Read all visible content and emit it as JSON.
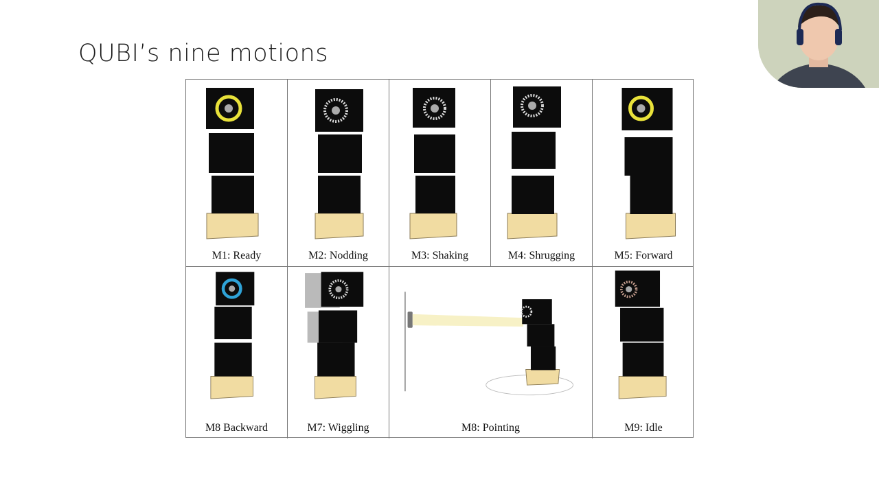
{
  "slide": {
    "title": "QUBI’s nine motions"
  },
  "motions": [
    {
      "label": "M1: Ready",
      "ring_color": "#e9e23a"
    },
    {
      "label": "M2: Nodding",
      "ring_color": "#dddddd"
    },
    {
      "label": "M3: Shaking",
      "ring_color": "#dddddd"
    },
    {
      "label": "M4: Shrugging",
      "ring_color": "#dddddd"
    },
    {
      "label": "M5: Forward",
      "ring_color": "#e9e23a"
    },
    {
      "label": "M8 Backward",
      "ring_color": "#2fa3d8"
    },
    {
      "label": "M7: Wiggling",
      "ring_color": "#dddddd"
    },
    {
      "label": "M8: Pointing",
      "ring_color": "#dddddd"
    },
    {
      "label": "M9: Idle",
      "ring_color": "#c8a090"
    }
  ],
  "colors": {
    "cube": "#0c0c0c",
    "base": "#f1dca2",
    "beam": "#f6efc0"
  }
}
